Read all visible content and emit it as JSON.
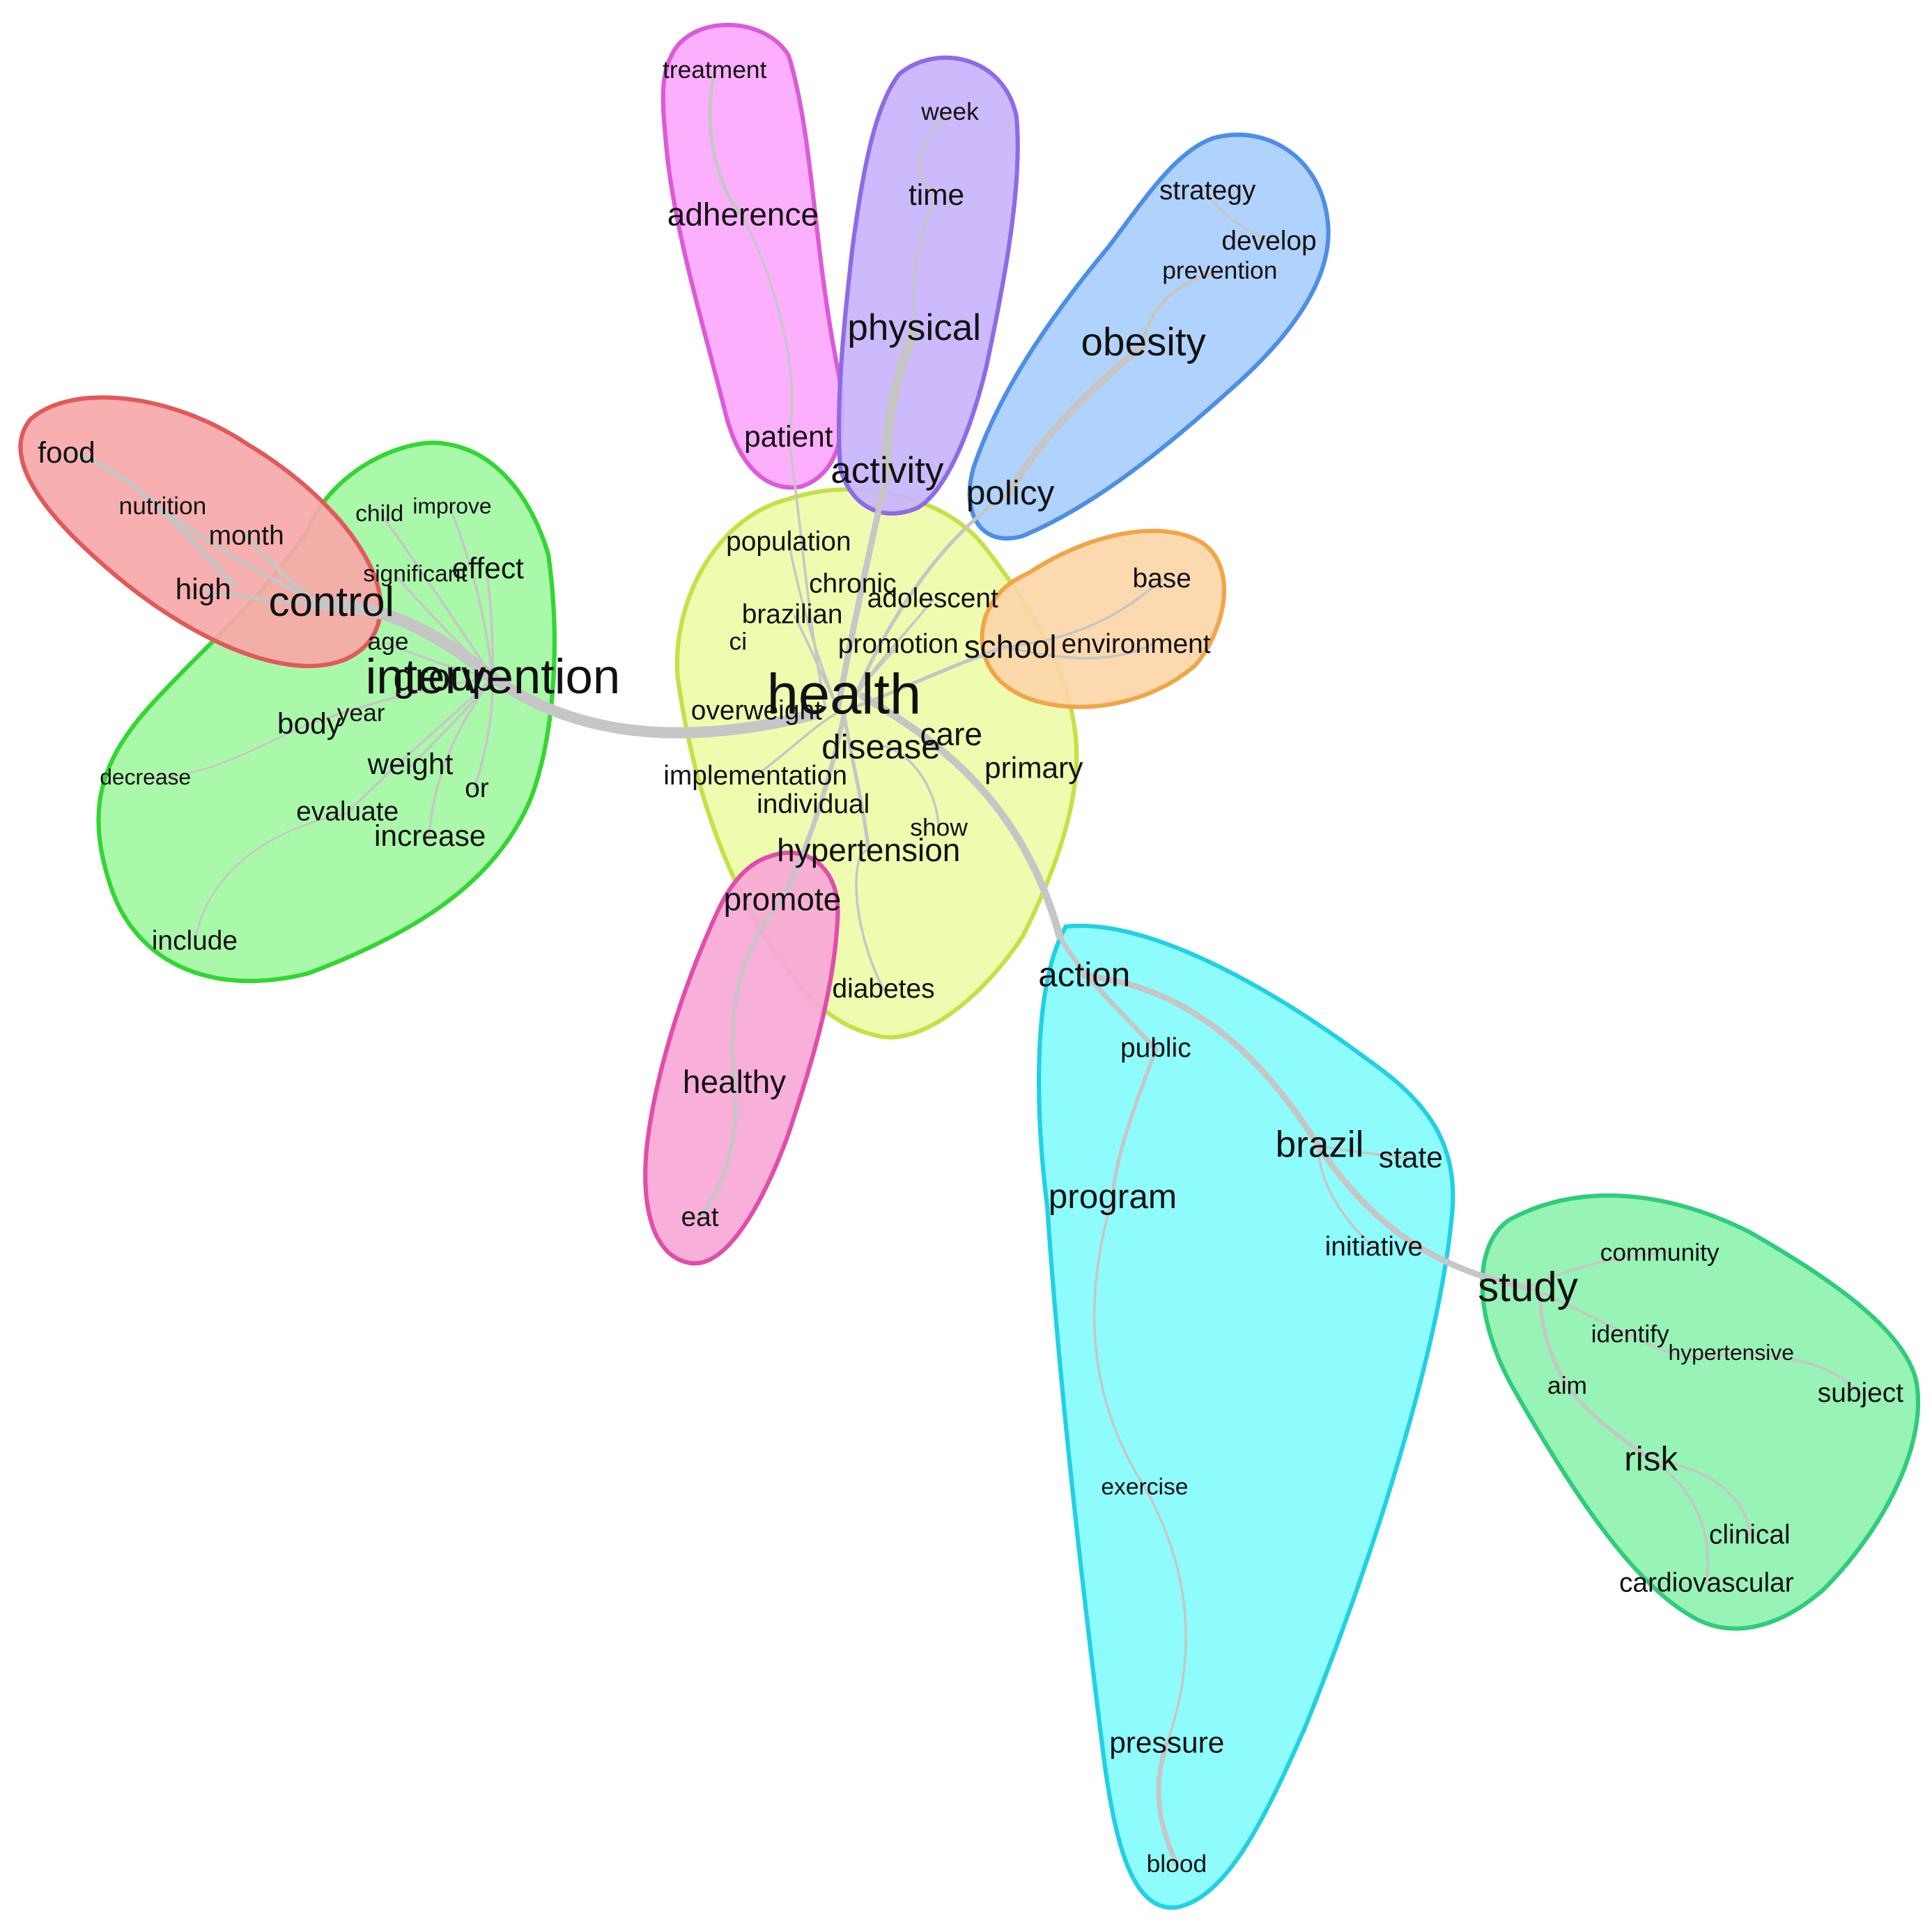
{
  "clusters": [
    {
      "id": "intervention",
      "fill": "#a3f7a3",
      "stroke": "#33d633"
    },
    {
      "id": "food",
      "fill": "#f7a8a8",
      "stroke": "#e05a5a"
    },
    {
      "id": "treatment",
      "fill": "#fca8fc",
      "stroke": "#dc5ad8"
    },
    {
      "id": "physical",
      "fill": "#c8b4fc",
      "stroke": "#8e6ae6"
    },
    {
      "id": "obesity",
      "fill": "#a8cffc",
      "stroke": "#4d8ee6"
    },
    {
      "id": "health",
      "fill": "#eefca8",
      "stroke": "#c2e246"
    },
    {
      "id": "school",
      "fill": "#fcd6a8",
      "stroke": "#f0a648"
    },
    {
      "id": "promote",
      "fill": "#f7a8d6",
      "stroke": "#e04ea8"
    },
    {
      "id": "action",
      "fill": "#84fcfc",
      "stroke": "#22d0e4"
    },
    {
      "id": "study",
      "fill": "#8ef2b0",
      "stroke": "#30cc7c"
    }
  ],
  "words": {
    "intervention": "intervention",
    "group": "group",
    "control": "control",
    "food": "food",
    "nutrition": "nutrition",
    "month": "month",
    "high": "high",
    "child": "child",
    "improve": "improve",
    "significant": "significant",
    "effect": "effect",
    "age": "age",
    "body": "body",
    "year": "year",
    "decrease": "decrease",
    "weight": "weight",
    "or": "or",
    "evaluate": "evaluate",
    "increase": "increase",
    "include": "include",
    "treatment": "treatment",
    "adherence": "adherence",
    "patient": "patient",
    "week": "week",
    "time": "time",
    "physical": "physical",
    "activity": "activity",
    "strategy": "strategy",
    "develop": "develop",
    "prevention": "prevention",
    "obesity": "obesity",
    "policy": "policy",
    "population": "population",
    "chronic": "chronic",
    "adolescent": "adolescent",
    "brazilian": "brazilian",
    "ci": "ci",
    "promotion": "promotion",
    "health": "health",
    "overweight": "overweight",
    "disease": "disease",
    "care": "care",
    "primary": "primary",
    "implementation": "implementation",
    "individual": "individual",
    "show": "show",
    "hypertension": "hypertension",
    "diabetes": "diabetes",
    "school": "school",
    "base": "base",
    "environment": "environment",
    "promote": "promote",
    "healthy": "healthy",
    "eat": "eat",
    "action": "action",
    "public": "public",
    "brazil": "brazil",
    "state": "state",
    "program": "program",
    "initiative": "initiative",
    "exercise": "exercise",
    "pressure": "pressure",
    "blood": "blood",
    "study": "study",
    "community": "community",
    "identify": "identify",
    "hypertensive": "hypertensive",
    "aim": "aim",
    "subject": "subject",
    "risk": "risk",
    "clinical": "clinical",
    "cardiovascular": "cardiovascular"
  }
}
